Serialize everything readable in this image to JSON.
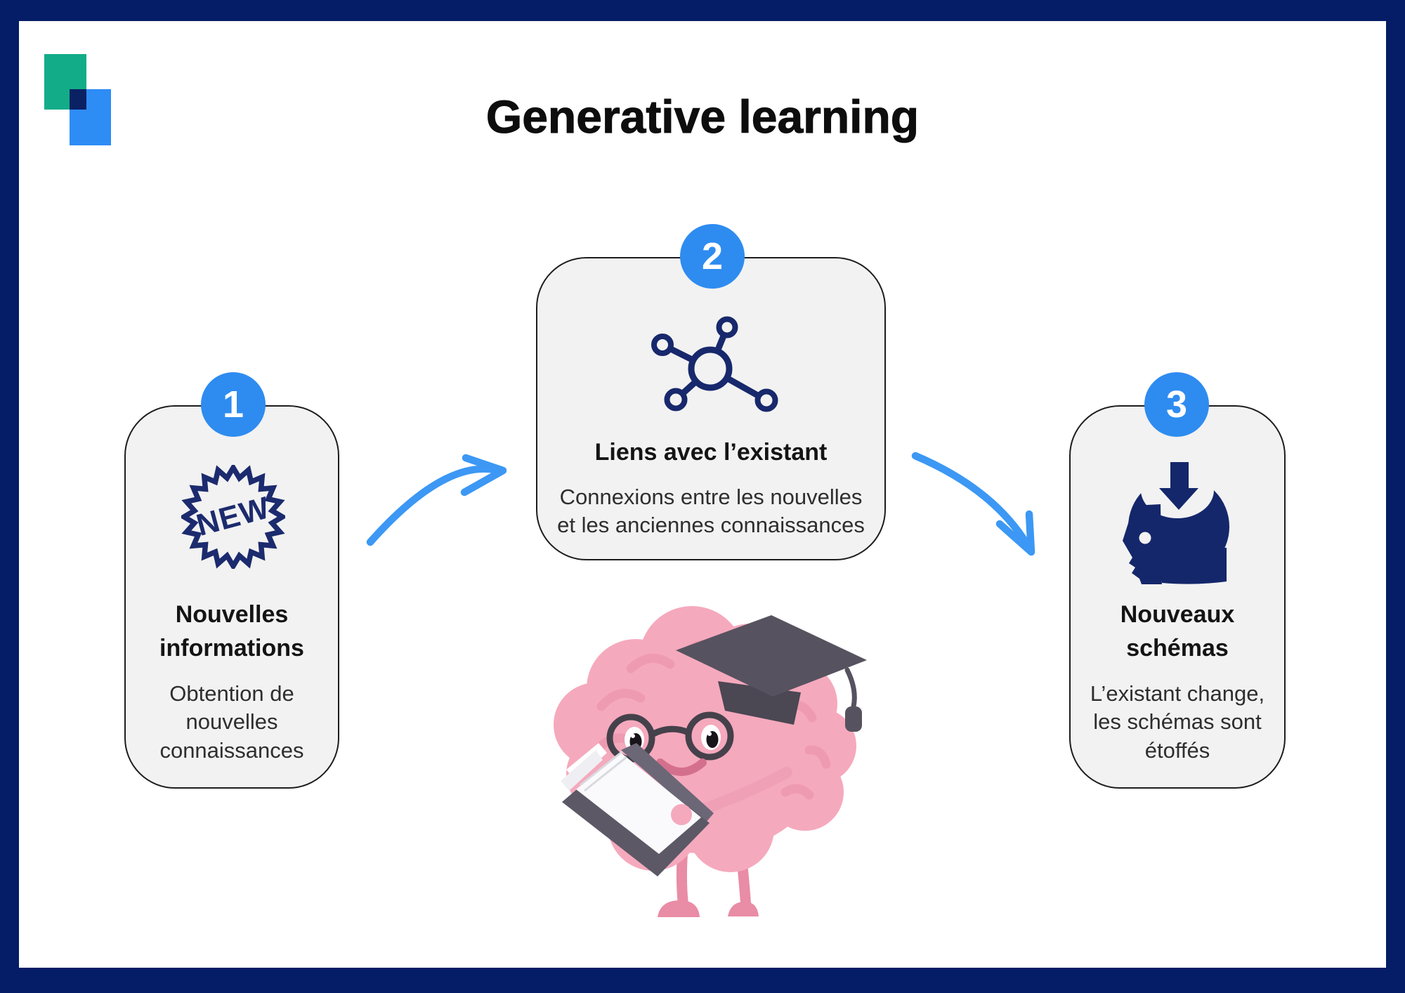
{
  "header": {
    "title": "Generative learning"
  },
  "steps": [
    {
      "number": "1",
      "title": "Nouvelles informations",
      "description": "Obtention de nouvelles connaissances",
      "icon": "new-seal-icon",
      "seal_text": "NEW"
    },
    {
      "number": "2",
      "title": "Liens avec l’existant",
      "description": "Connexions entre les nouvelles et les anciennes connaissances",
      "icon": "network-nodes-icon"
    },
    {
      "number": "3",
      "title": "Nouveaux schémas",
      "description": "L’existant change, les schémas sont étoffés",
      "icon": "head-knowledge-icon"
    }
  ],
  "colors": {
    "frame_navy": "#041D66",
    "accent_blue": "#2E8CF0",
    "arrow_blue": "#3C98F4",
    "icon_navy": "#1B2A6C",
    "logo_green": "#12AD88",
    "logo_blue": "#2E8CF5",
    "card_background": "#F2F2F2"
  }
}
